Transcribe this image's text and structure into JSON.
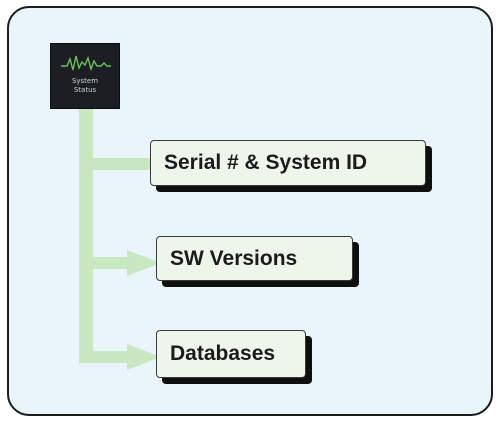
{
  "system_status_icon": {
    "label": "System\nStatus",
    "icon": "waveform-icon"
  },
  "items": [
    {
      "label": "Serial # & System ID"
    },
    {
      "label": "SW Versions"
    },
    {
      "label": "Databases"
    }
  ],
  "colors": {
    "panel_background": "#eaf5fb",
    "connector": "#c9e8c1",
    "box_background": "#eef5ea",
    "icon_background": "#1b1f24",
    "waveform": "#6fbf5a"
  }
}
